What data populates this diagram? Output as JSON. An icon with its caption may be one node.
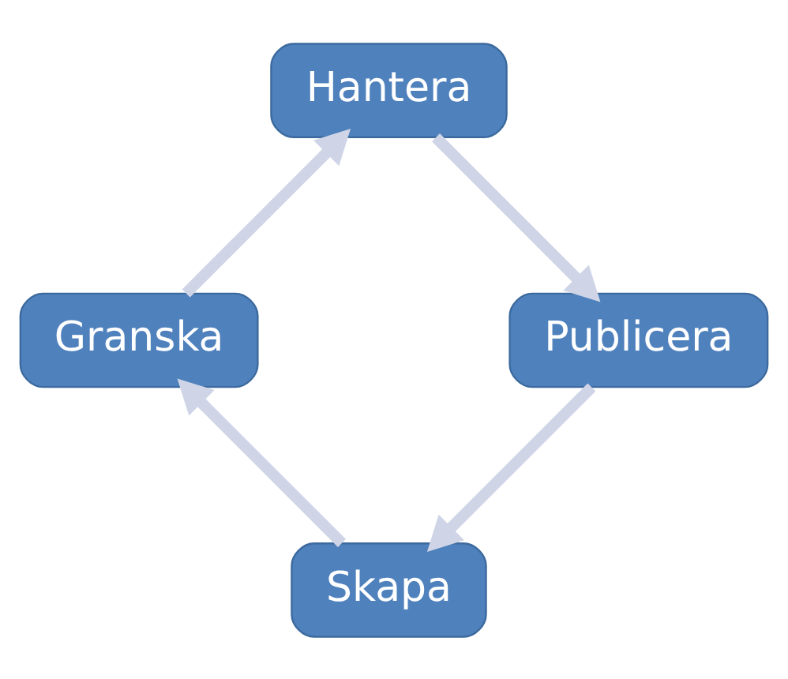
{
  "diagram": {
    "nodes": [
      {
        "text": [
          "Skapa"
        ]
      },
      {
        "text": [
          "Publicera"
        ]
      },
      {
        "text": [
          "Granska"
        ]
      },
      {
        "text": [
          "Hantera"
        ]
      }
    ],
    "edges": [
      {
        "from": 0,
        "to": 2,
        "arrow": "to"
      },
      {
        "from": 2,
        "to": 3,
        "arrow": "to"
      },
      {
        "from": 3,
        "to": 1,
        "arrow": "to"
      },
      {
        "from": 1,
        "to": 0,
        "arrow": "to"
      }
    ]
  }
}
